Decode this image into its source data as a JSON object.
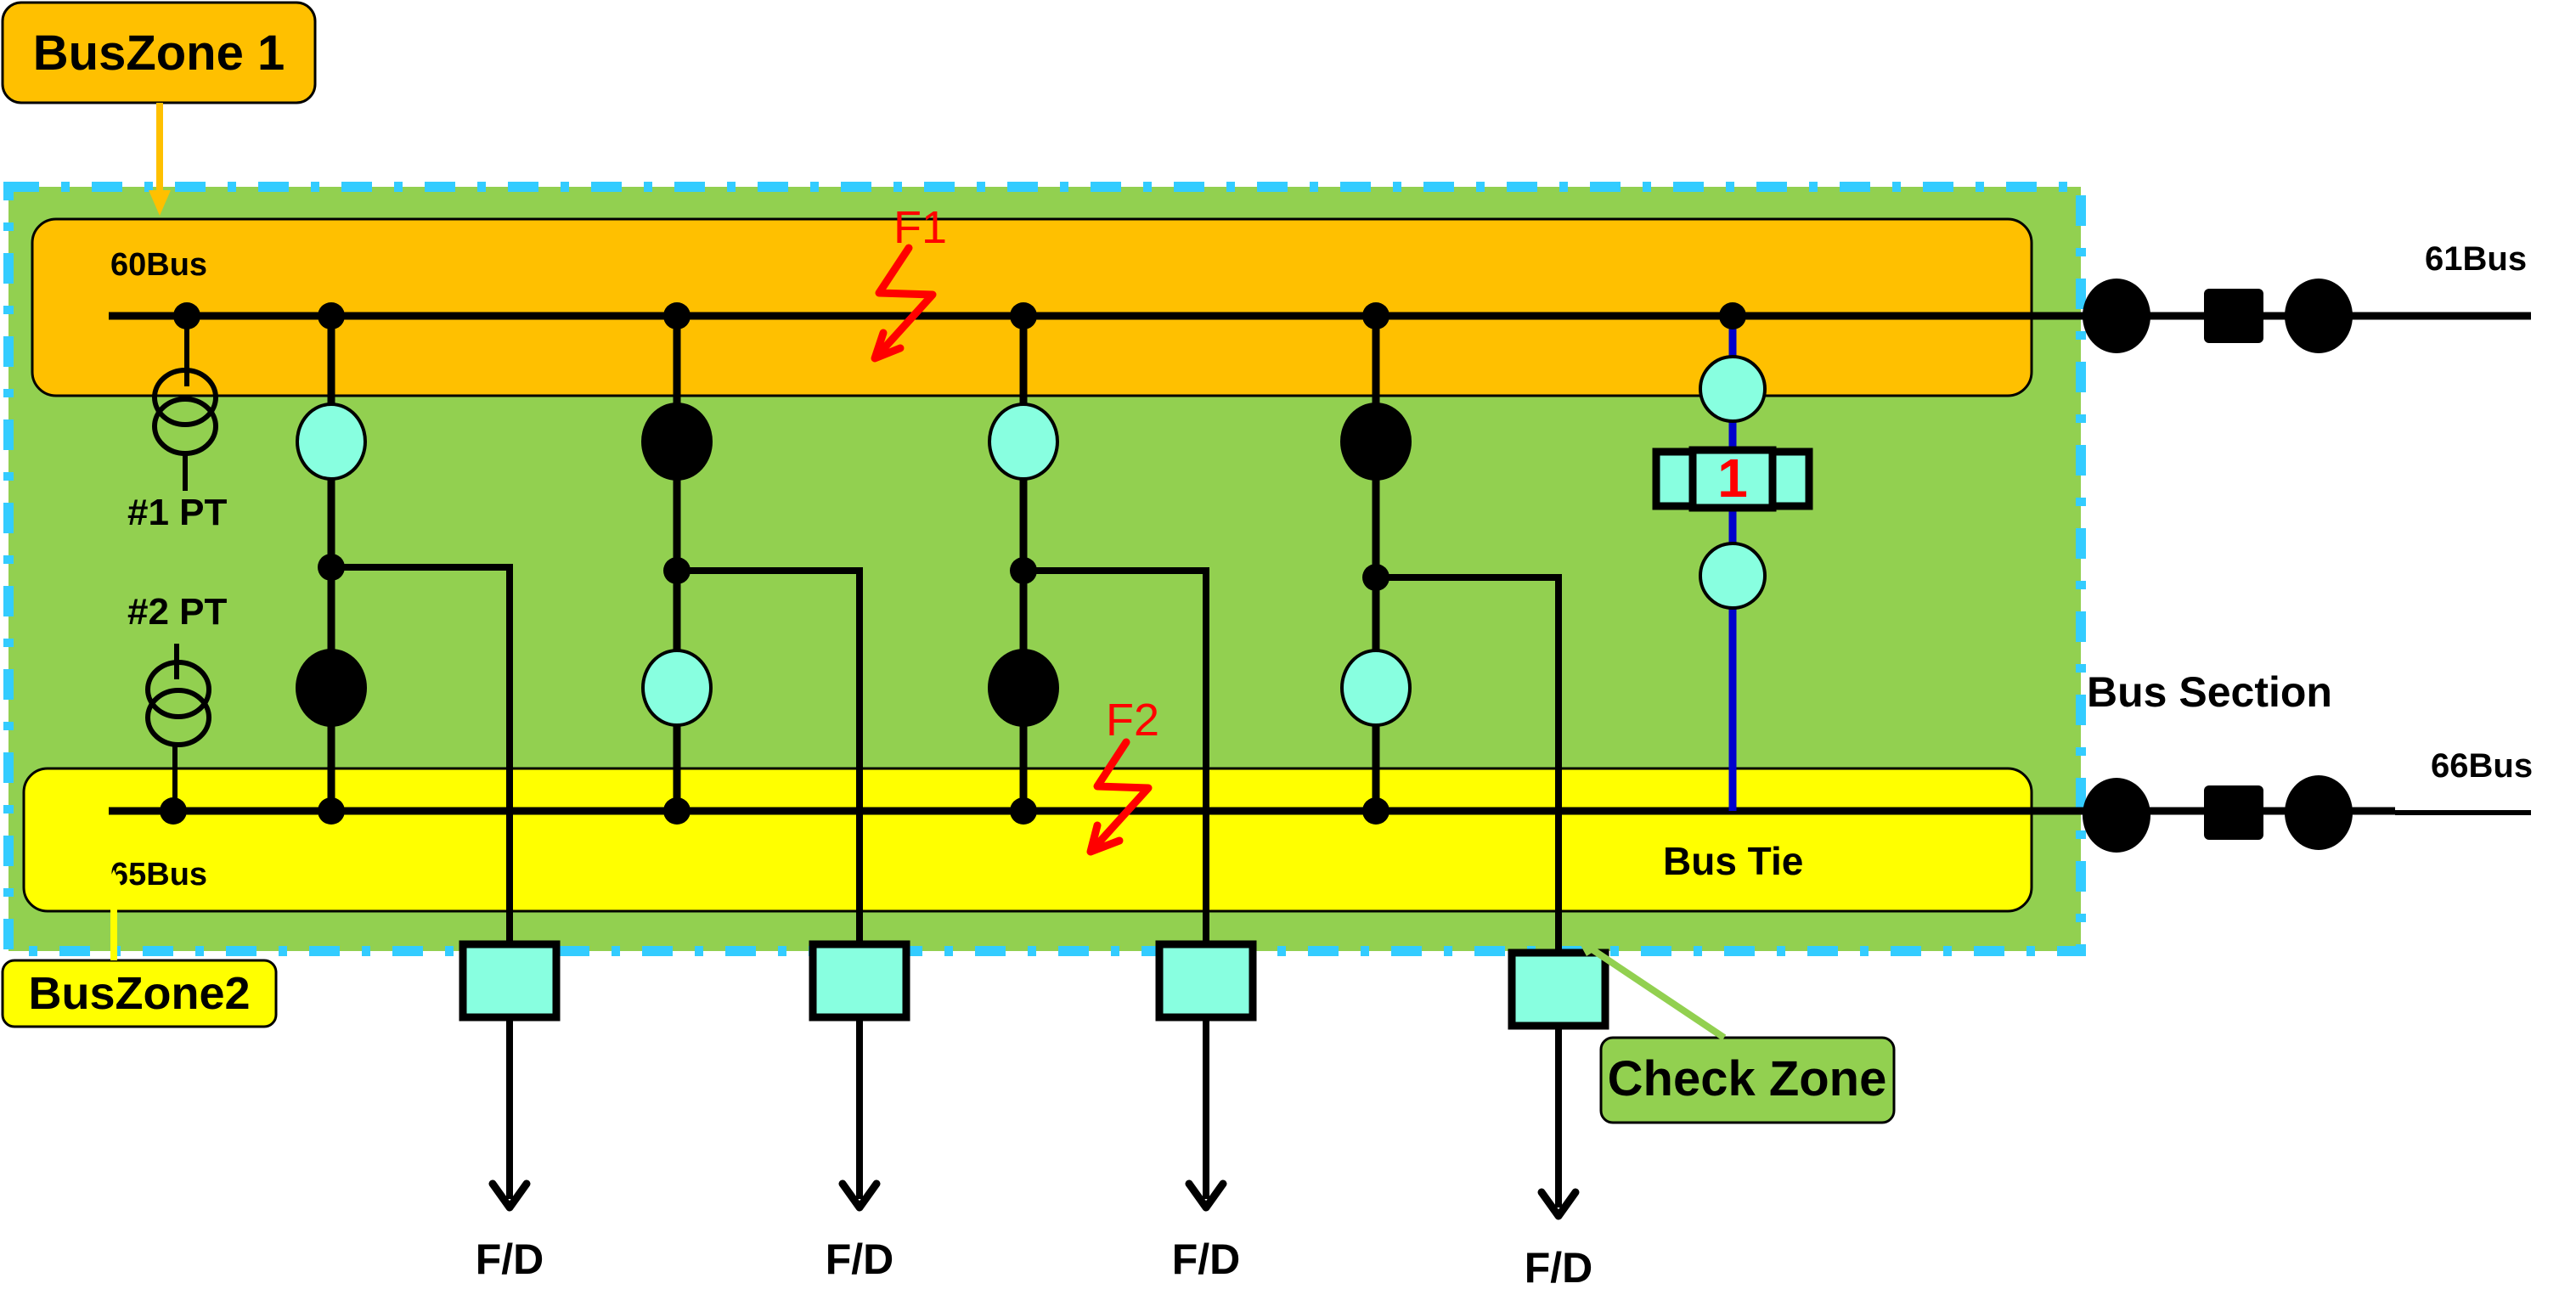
{
  "callouts": {
    "bus_zone_1": "BusZone 1",
    "bus_zone_2": "BusZone2",
    "check_zone": "Check Zone"
  },
  "buses": {
    "bus_60": "60Bus",
    "bus_65": "65Bus",
    "bus_61": "61Bus",
    "bus_66": "66Bus"
  },
  "labels": {
    "pt1": "#1 PT",
    "pt2": "#2 PT",
    "bus_section": "Bus Section",
    "bus_tie": "Bus Tie",
    "bus_tie_breaker_number": "1"
  },
  "faults": [
    {
      "id": "F1",
      "label": "F1",
      "location": "60Bus"
    },
    {
      "id": "F2",
      "label": "F2",
      "location": "65Bus"
    }
  ],
  "feeders": [
    {
      "label": "F/D",
      "upper_disconnector": "open",
      "lower_disconnector": "closed"
    },
    {
      "label": "F/D",
      "upper_disconnector": "closed",
      "lower_disconnector": "open"
    },
    {
      "label": "F/D",
      "upper_disconnector": "open",
      "lower_disconnector": "closed"
    },
    {
      "label": "F/D",
      "upper_disconnector": "closed",
      "lower_disconnector": "open"
    }
  ],
  "colors": {
    "bus_zone_1": "#FFC000",
    "bus_zone_2": "#FFFF00",
    "check_zone": "#92D050",
    "check_zone_border": "#33CCFF",
    "open_device": "#88FFE0",
    "closed_device": "#000000",
    "bus_tie_line": "#0000CC",
    "fault": "#FF0000",
    "zone1_arrow": "#FFC000",
    "zone2_arrow": "#FFFF00",
    "check_arrow": "#92D050"
  }
}
